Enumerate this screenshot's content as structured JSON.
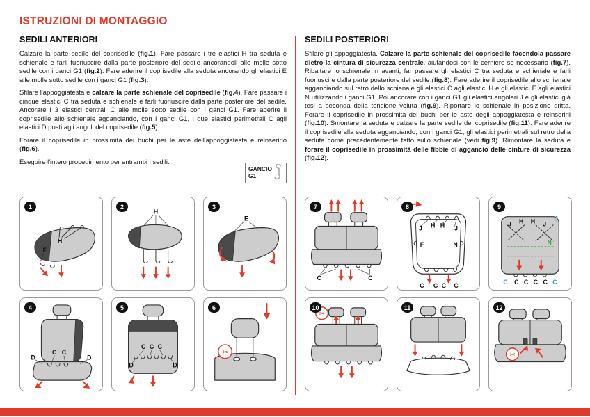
{
  "page": {
    "title": "ISTRUZIONI DI MONTAGGIO",
    "accent_color": "#df3b2a",
    "teal_color": "#2ba3c4",
    "green_color": "#3aa544"
  },
  "icons": {
    "scissors": "✂"
  },
  "gancio": {
    "line1": "GANCIO",
    "line2": "G1"
  },
  "left": {
    "heading": "SEDILI ANTERIORI",
    "paragraphs": [
      "Calzare la parte sedile del coprisedile (**fig.1**). Fare passare i tre elastici H tra seduta e schienale e farli fuoriuscire dalla parte posteriore del sedile ancorandoli alle molle sotto sedile con i ganci G1 (**fig.2**). Fare aderire il coprisedile alla seduta ancorando gli elastici E alle molle sotto sedile con i ganci G1 (**fig.3**).",
      "Sfilare l'appoggiatesta e **calzare la parte schienale del coprisedile** (**fig.4**). Fare passare i cinque elastici C tra seduta e schienale e farli fuoriuscire dalla parte posteriore del sedile. Ancorare i 3 elastici centrali C alle molle sotto sedile con i ganci G1. Fare aderire il coprisedile allo schienale agganciando, con i ganci G1, i due elastici perimetrali C agli elastici D posti agli angoli del coprisedile (**fig.5**).",
      "Forare il coprisedile in prossimità dei buchi per le aste dell'appoggiatesta e reinserirlo (**fig.6**).",
      "Eseguire l'intero procedimento per entrambi i sedili."
    ]
  },
  "right": {
    "heading": "SEDILI POSTERIORI",
    "paragraphs": [
      "Sfilare gli appoggiatesta. **Calzare la parte schienale del coprisedile facendola passare dietro la cintura di sicurezza centrale**, aiutandosi con le cerniere se necessario (**fig.7**). Ribaltare lo schienale in avanti, far passare gli elastici C tra seduta e schienale e farli fuoriuscire dalla parte posteriore del sedile (**fig.8**). Fare aderire il coprisedile allo schienale agganciando sul retro dello schienale gli elastici C agli elastici H e gli elastici F agli elastici N utilizzando i ganci G1. Poi ancorare con i ganci G1 gli elastici angolari J e gli elastici già tesi a seconda della tensione voluta (**fig.9**). Riportare lo schienale in posizione dritta. Forare il coprisedile in prossimità dei buchi per le aste degli appoggiatesta e reinserirli (**fig.10**). Smontare la seduta e calzare la parte sedile del coprisedile (**fig.11**). Fare aderire il coprisedile alla seduta agganciando, con i ganci G1, gli elastici perimetrali sul retro della seduta come precedentemente fatto sullo schienale (vedi **fig.9**). Rimontare la seduta e **forare il coprisedile in prossimità delle fibbie di aggancio delle cinture di sicurezza** (**fig.12**)."
    ]
  },
  "figures": [
    {
      "number": "1",
      "labels": [
        "H",
        "E"
      ]
    },
    {
      "number": "2",
      "labels": [
        "H"
      ]
    },
    {
      "number": "3",
      "labels": [
        "E"
      ]
    },
    {
      "number": "4",
      "labels": [
        "D",
        "C",
        "C",
        "D"
      ]
    },
    {
      "number": "5",
      "labels": [
        "C",
        "C",
        "C",
        "D",
        "D"
      ]
    },
    {
      "number": "6",
      "labels": []
    },
    {
      "number": "7",
      "labels": [
        "C",
        "C"
      ]
    },
    {
      "number": "8",
      "labels": [
        "J",
        "H",
        "H",
        "J",
        "F",
        "N",
        "C",
        "C",
        "C",
        "C"
      ]
    },
    {
      "number": "9",
      "labels": [
        "J",
        "H",
        "H",
        "J",
        "J",
        "N",
        "C",
        "C",
        "C",
        "C",
        "C",
        "C"
      ]
    },
    {
      "number": "10",
      "labels": []
    },
    {
      "number": "11",
      "labels": []
    },
    {
      "number": "12",
      "labels": []
    }
  ]
}
